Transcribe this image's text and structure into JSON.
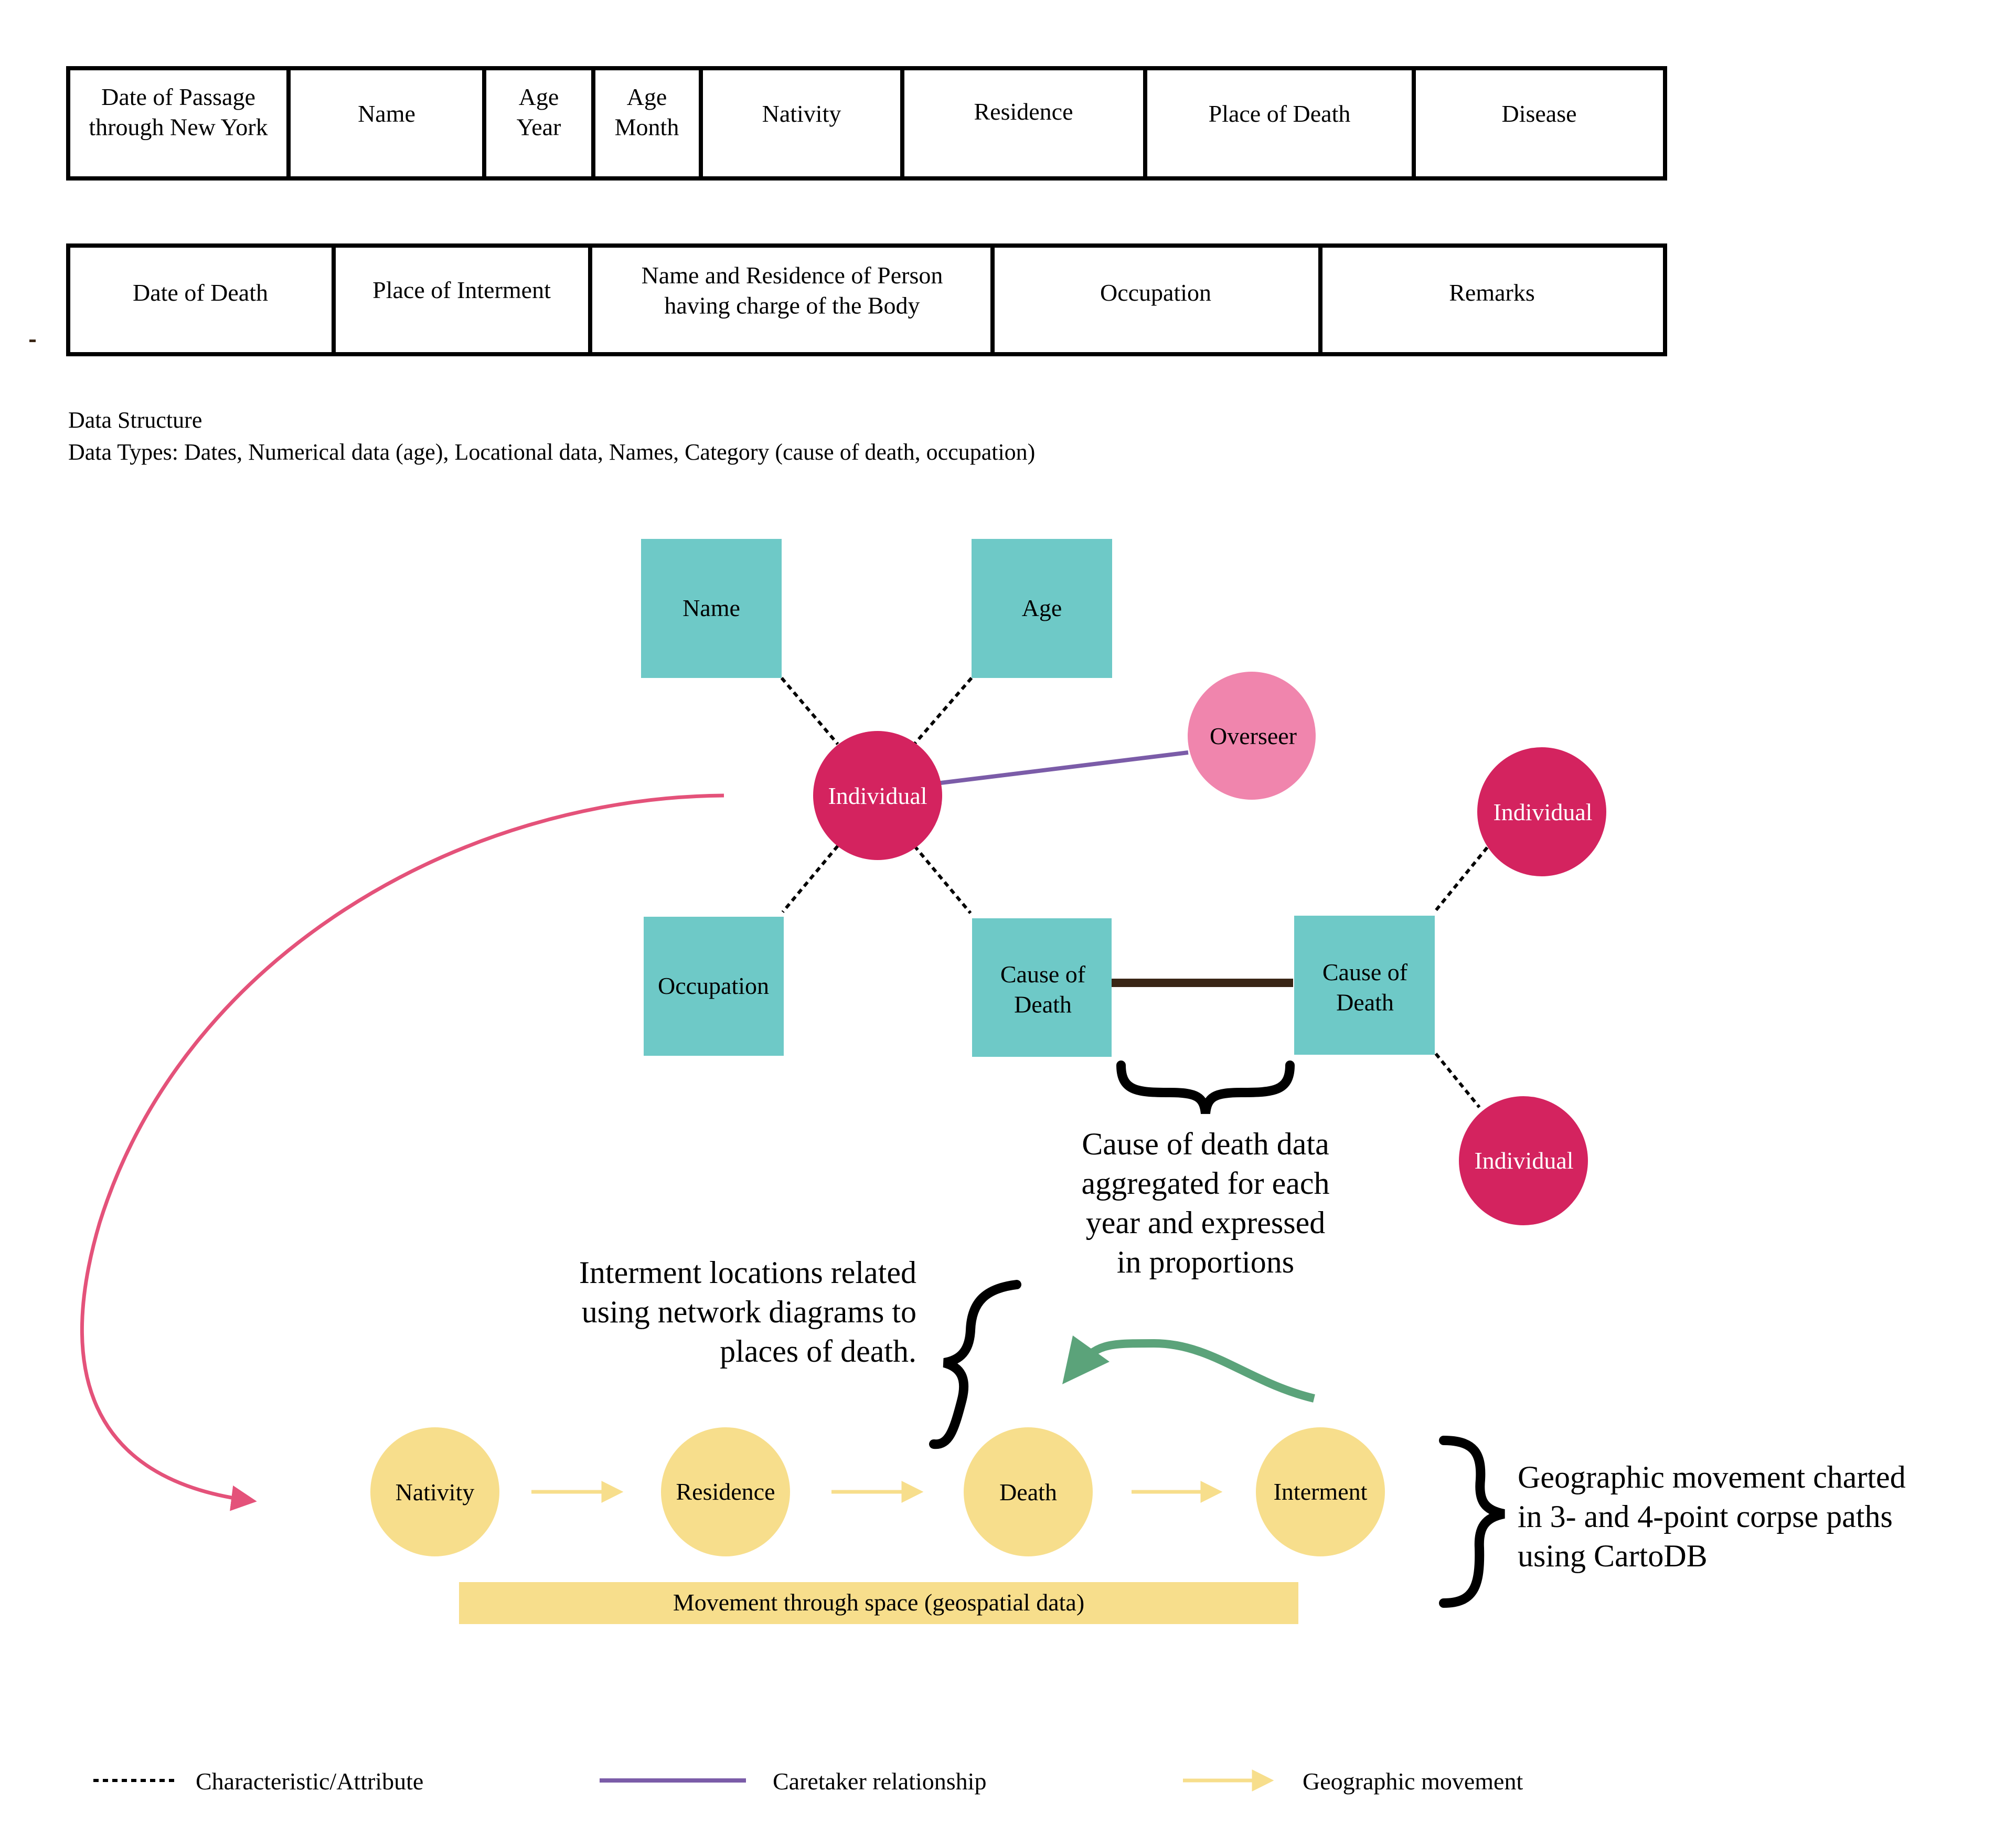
{
  "header_table_1": {
    "cells": [
      "Date of Passage\nthrough New York",
      "Name",
      "Age\nYear",
      "Age\nMonth",
      "Nativity",
      "Residence",
      "Place of Death",
      "Disease"
    ]
  },
  "header_table_2": {
    "cells": [
      "Date of Death",
      "Place of Interment",
      "Name and Residence of Person\nhaving charge of the Body",
      "Occupation",
      "Remarks"
    ]
  },
  "data_structure": {
    "title": "Data Structure",
    "types": "Data Types: Dates, Numerical data (age), Locational data, Names, Category (cause of death, occupation)"
  },
  "network": {
    "name_box": "Name",
    "age_box": "Age",
    "occupation_box": "Occupation",
    "cause_box_1": "Cause of\nDeath",
    "cause_box_2": "Cause of\nDeath",
    "individual_center": "Individual",
    "overseer": "Overseer",
    "individual_top_right": "Individual",
    "individual_bottom_right": "Individual"
  },
  "annotations": {
    "cause_aggregation": "Cause of death data\naggregated for each\nyear and expressed\nin proportions",
    "interment_network": "Interment locations related\nusing network diagrams to\nplaces of death.",
    "geographic_movement": "Geographic movement charted\nin 3- and 4-point corpse paths\nusing CartoDB"
  },
  "path": {
    "nodes": [
      "Nativity",
      "Residence",
      "Death",
      "Interment"
    ],
    "bar_label": "Movement through space (geospatial data)"
  },
  "legend": {
    "attribute": "Characteristic/Attribute",
    "caretaker": "Caretaker relationship",
    "movement": "Geographic movement"
  },
  "colors": {
    "teal": "#6EC9C7",
    "crimson": "#D4235F",
    "pink": "#F085AD",
    "yellow": "#F7DE8C",
    "purple": "#7B5CA8",
    "rose_arrow": "#E4527A",
    "green_arrow": "#5BA37A",
    "dark_brown": "#3A2616"
  }
}
